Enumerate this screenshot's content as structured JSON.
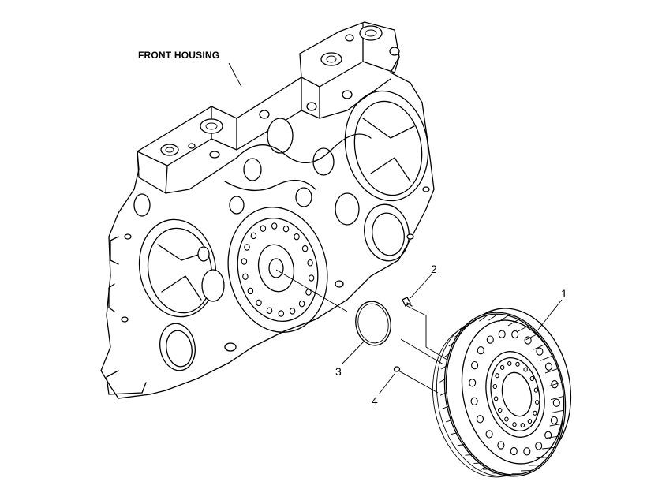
{
  "labels": {
    "front_housing": "FRONT HOUSING",
    "callout_1": "1",
    "callout_2": "2",
    "callout_3": "3",
    "callout_4": "4"
  },
  "colors": {
    "line": "#000000",
    "background": "#ffffff"
  }
}
